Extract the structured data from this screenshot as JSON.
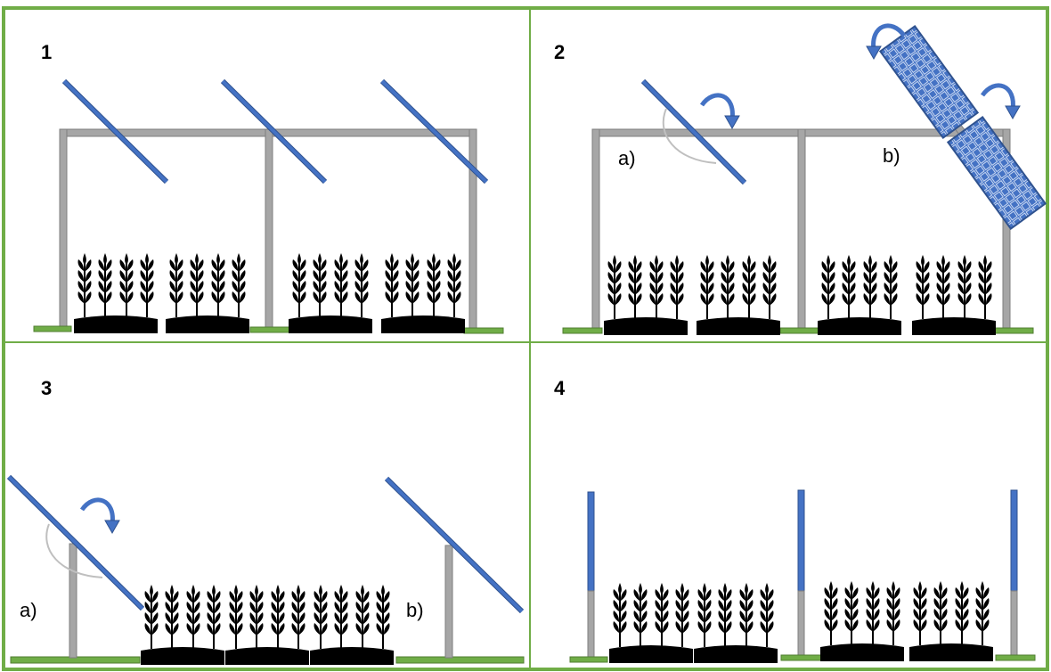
{
  "panels": [
    {
      "number": "1"
    },
    {
      "number": "2",
      "labels": [
        "a)",
        "b)"
      ]
    },
    {
      "number": "3",
      "labels": [
        "a)",
        "b)"
      ]
    },
    {
      "number": "4"
    }
  ],
  "colors": {
    "border": "#70ad47",
    "frame_fill": "#a6a6a6",
    "frame_stroke": "#7f7f7f",
    "panel_blue": "#4472c4",
    "panel_blue_dark": "#2f528f",
    "ground": "#70ad47",
    "crop": "#000000",
    "arc": "#bfbfbf"
  },
  "icons": [
    "wheat-icon",
    "rotation-arrow-icon",
    "solar-panel-icon",
    "angle-arc"
  ]
}
